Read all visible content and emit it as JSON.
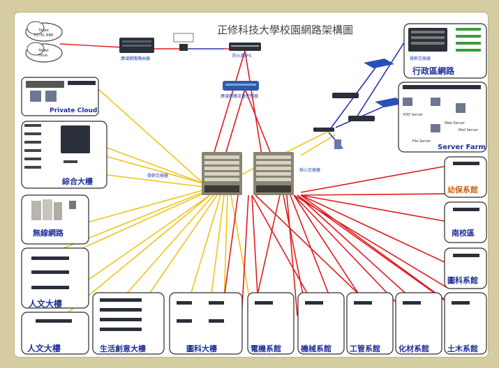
{
  "title": "正修科技大學校園網路架構圖",
  "clouds": [
    {
      "label_lines": [
        "TANet",
        "KSTEL BBB"
      ]
    },
    {
      "label_lines": [
        "TANet",
        "Hinet"
      ]
    }
  ],
  "devices": {
    "router": "廣域網路路由器",
    "firewall": "防火牆IPS",
    "core_switch": "核心交換器",
    "backbone_switch": "骨幹交換器",
    "load_balancer": "廣域網路流量控制器",
    "admin_switch": "骨幹交換器"
  },
  "zones": {
    "private_cloud": "Private Cloud",
    "complex_building": "綜合大樓",
    "wireless": "無線網路",
    "humanities_1": "人文大樓",
    "humanities_2": "人文大樓",
    "life_creative": "生活創意大樓",
    "library": "圖科大樓",
    "admin_network": "行政區網路",
    "server_farm": "Server Farm",
    "civil_dept": "土木系館"
  },
  "right_zones": [
    {
      "label": "幼保系館"
    },
    {
      "label": "南校區"
    },
    {
      "label": "圖科系館"
    }
  ],
  "bottom_zones": [
    {
      "label": "電機系館"
    },
    {
      "label": "機械系館"
    },
    {
      "label": "工管系館"
    },
    {
      "label": "化材系館"
    },
    {
      "label": "土木系館"
    }
  ],
  "server_farm_servers": [
    "VOD Server",
    "File Server",
    "Web Server",
    "Mail Server"
  ],
  "colors": {
    "red_link": "#e01b1b",
    "yellow_link": "#f0c419",
    "blue_link": "#2a2fb0",
    "zone_label_blue": "#1f2f9a",
    "zone_label_orange": "#c9651b"
  }
}
